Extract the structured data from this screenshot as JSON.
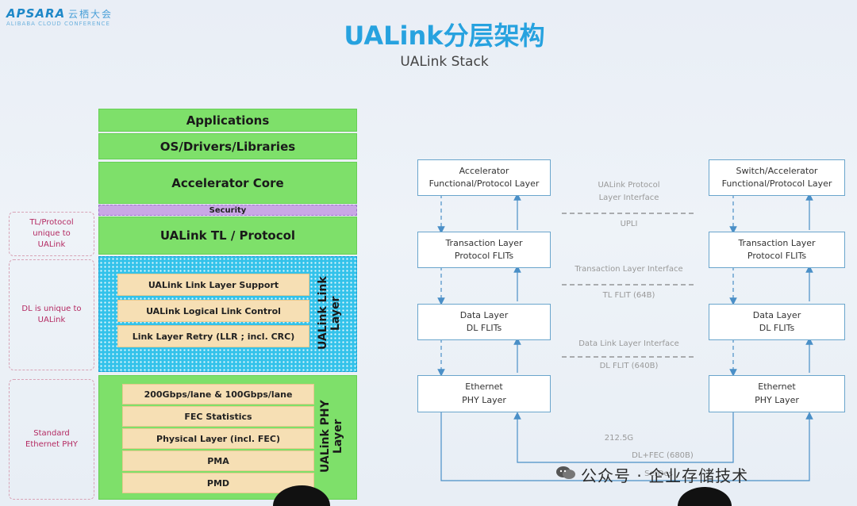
{
  "header": {
    "brand": "APSARA",
    "brand_cn": "云栖大会",
    "brand_sub": "ALIBABA CLOUD CONFERENCE",
    "title": "UALink分层架构",
    "subtitle": "UALink Stack"
  },
  "stack": {
    "applications": "Applications",
    "os": "OS/Drivers/Libraries",
    "accelerator_core": "Accelerator Core",
    "security": "Security",
    "tl_protocol": "UALink TL / Protocol",
    "link_layer": {
      "label": "UALink Link Layer",
      "items": [
        "UALink Link Layer Support",
        "UALink Logical Link Control",
        "Link Layer Retry (LLR ; incl. CRC)"
      ]
    },
    "phy_layer": {
      "label": "UALink PHY Layer",
      "items": [
        "200Gbps/lane & 100Gbps/lane",
        "FEC Statistics",
        "Physical Layer (incl. FEC)",
        "PMA",
        "PMD"
      ]
    }
  },
  "notes": {
    "tl": [
      "TL/Protocol",
      "unique to",
      "UALink"
    ],
    "dl": [
      "DL is unique to",
      "UALink"
    ],
    "phy": [
      "Standard",
      "Ethernet PHY"
    ]
  },
  "diagram": {
    "left_boxes": [
      [
        "Accelerator",
        "Functional/Protocol Layer"
      ],
      [
        "Transaction Layer",
        "Protocol FLITs"
      ],
      [
        "Data Layer",
        "DL FLITs"
      ],
      [
        "Ethernet",
        "PHY Layer"
      ]
    ],
    "right_boxes": [
      [
        "Switch/Accelerator",
        "Functional/Protocol Layer"
      ],
      [
        "Transaction Layer",
        "Protocol FLITs"
      ],
      [
        "Data Layer",
        "DL FLITs"
      ],
      [
        "Ethernet",
        "PHY Layer"
      ]
    ],
    "interfaces": {
      "protocol_if": [
        "UALink Protocol",
        "Layer Interface"
      ],
      "upli": "UPLI",
      "tl_if": "Transaction Layer Interface",
      "tl_flit": "TL FLIT (64B)",
      "dl_if": "Data Link Layer Interface",
      "dl_flit": "DL FLIT (640B)",
      "speed": "212.5G",
      "fec": "DL+FEC (680B)",
      "serdes": "SerDes"
    }
  },
  "watermark": "公众号 · 企业存储技术",
  "colors": {
    "title": "#27a2df",
    "green": "#7ee06a",
    "cyan": "#33c2ea",
    "tan": "#f6dfb4",
    "security": "#c9a7e6",
    "note": "#b42a62"
  }
}
